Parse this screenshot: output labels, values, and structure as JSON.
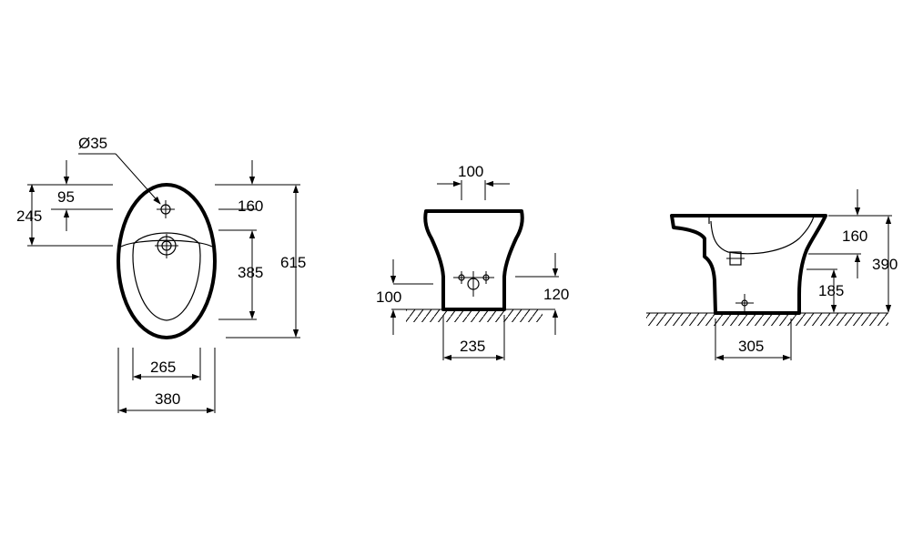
{
  "colors": {
    "line": "#000000",
    "background": "#ffffff"
  },
  "top_view": {
    "hole_diameter": "Ø35",
    "tap_offset": "95",
    "drain_offset": "245",
    "rim_to_tap": "160",
    "tap_to_rear": "385",
    "overall_length": "615",
    "inner_width": "265",
    "overall_width": "380"
  },
  "front_view": {
    "fixing_spacing": "100",
    "fixing_height": "100",
    "inlet_height": "120",
    "base_width": "235"
  },
  "side_view": {
    "rim_depth": "160",
    "overall_height": "390",
    "outlet_height": "185",
    "base_depth": "305"
  }
}
